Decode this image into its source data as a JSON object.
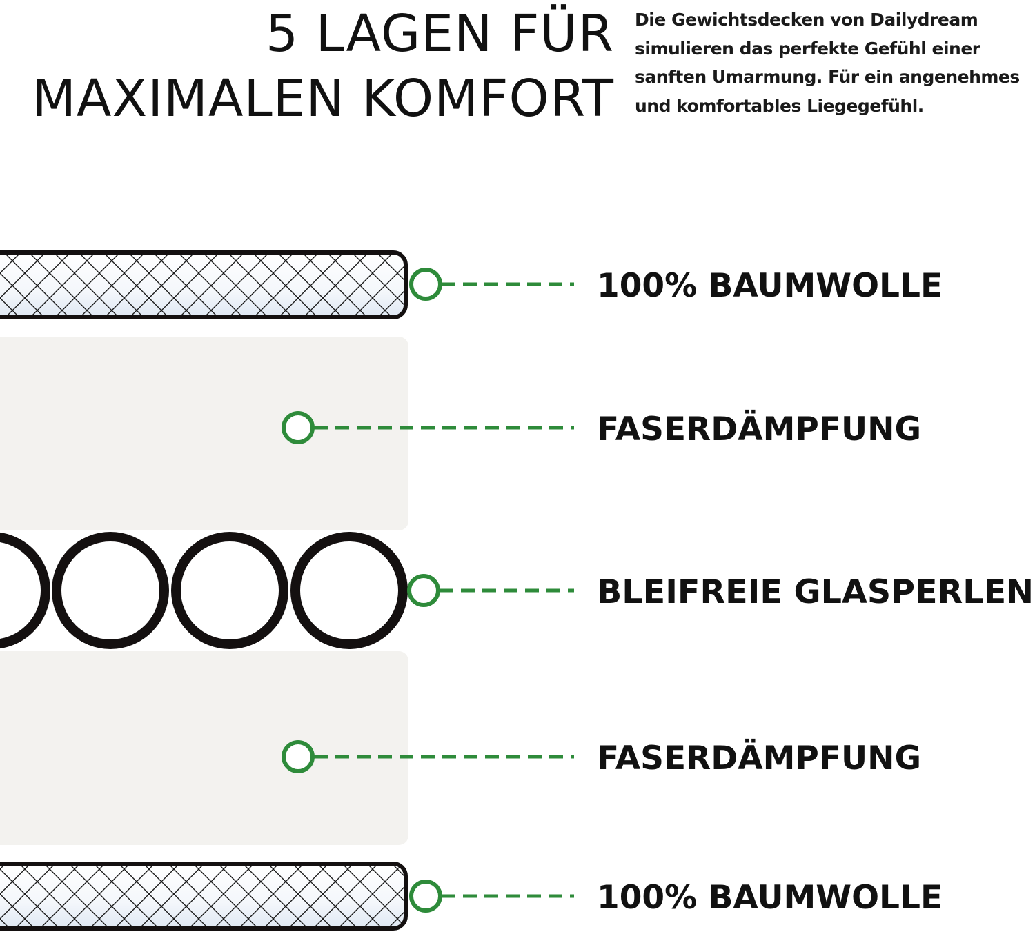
{
  "headline": {
    "line1": "5 LAGEN FÜR",
    "line2": "MAXIMALEN KOMFORT"
  },
  "intro": {
    "line1": "Die Gewichtsdecken von Dailydream",
    "line2": "simulieren das perfekte Gefühl einer",
    "line3": "sanften Umarmung. Für ein angenehmes",
    "line4": "und komfortables Liegegefühl."
  },
  "layers": [
    {
      "label": "100% BAUMWOLLE",
      "type": "cotton"
    },
    {
      "label": "FASERDÄMPFUNG",
      "type": "fiber"
    },
    {
      "label": "BLEIFREIE GLASPERLEN",
      "type": "glass-beads"
    },
    {
      "label": "FASERDÄMPFUNG",
      "type": "fiber"
    },
    {
      "label": "100% BAUMWOLLE",
      "type": "cotton"
    }
  ],
  "colors": {
    "marker": "#2e8b3a",
    "outline": "#141010",
    "fiber_fill": "#f3f2ef",
    "text": "#111111"
  }
}
